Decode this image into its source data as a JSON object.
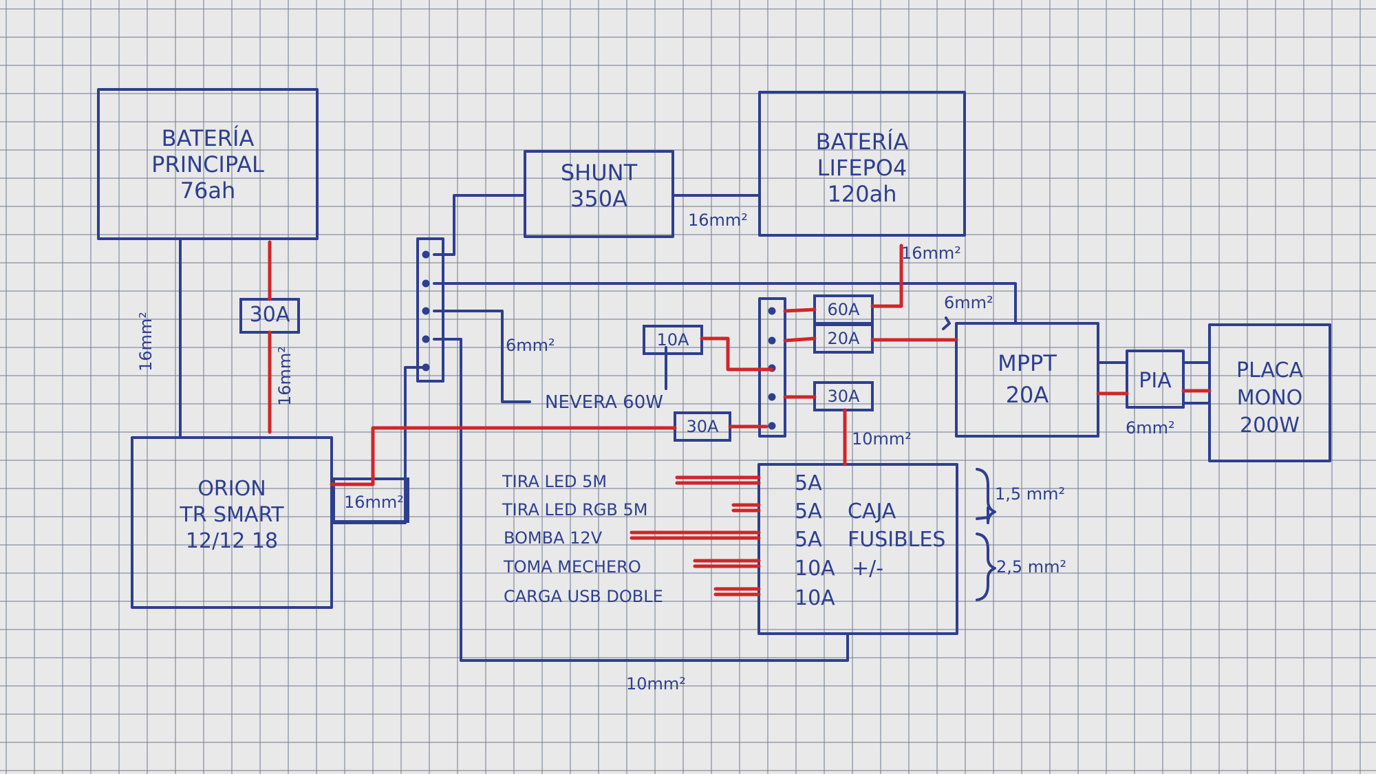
{
  "colors": {
    "wire_negative": "#2e3f8e",
    "wire_positive": "#d0262a",
    "grid": "#7882a0"
  },
  "blocks": {
    "bateria_principal": {
      "line1": "BATERÍA",
      "line2": "PRINCIPAL",
      "line3": "76ah"
    },
    "shunt": {
      "line1": "SHUNT",
      "line2": "350A"
    },
    "bateria_lifepo4": {
      "line1": "BATERÍA",
      "line2": "LIFEPO4",
      "line3": "120ah"
    },
    "orion": {
      "line1": "ORION",
      "line2": "TR SMART",
      "line3": "12/12 18"
    },
    "mppt": {
      "line1": "MPPT",
      "line2": "20A"
    },
    "pia": {
      "label": "PIA"
    },
    "placa": {
      "line1": "PLACA",
      "line2": "MONO",
      "line3": "200W"
    },
    "fusebox": {
      "fuses": [
        "5A",
        "5A",
        "5A",
        "10A",
        "10A"
      ],
      "caja_line1": "CAJA",
      "caja_line2": "FUSIBLES",
      "caja_line3": "+/-"
    }
  },
  "fuses": {
    "f30a_main": "30A",
    "f60a": "60A",
    "f20a": "20A",
    "f30a_right": "30A",
    "f10a": "10A",
    "f30a_bus": "30A"
  },
  "wire_labels": {
    "w16_shunt": "16mm²",
    "w16_lifepo": "16mm²",
    "w16_left": "16mm²",
    "w16_fuse": "16mm²",
    "w16_orion": "16mm²",
    "w6_a": "6mm²",
    "w6_mppt": "6mm²",
    "w6_pia": "6mm²",
    "w10_fuse": "10mm²",
    "w10_bottom": "10mm²",
    "w15": "1,5 mm²",
    "w25": "2,5 mm²"
  },
  "loads": {
    "nevera": "NEVERA 60W",
    "items": [
      "TIRA LED 5M",
      "TIRA LED RGB 5M",
      "BOMBA 12V",
      "TOMA MECHERO",
      "CARGA USB DOBLE"
    ]
  }
}
